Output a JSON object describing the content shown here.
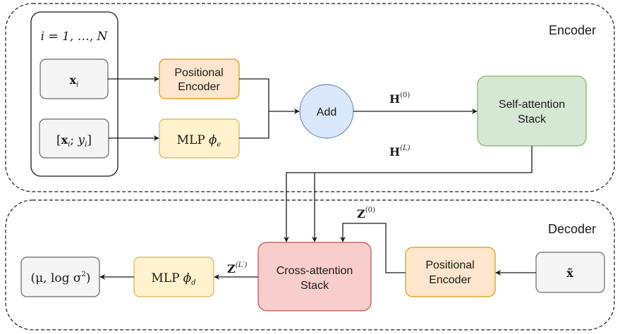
{
  "encoder": {
    "title": "Encoder",
    "input_group": {
      "index_label": "i = 1, …, N",
      "x_i": {
        "base": "x",
        "sub": "i"
      },
      "x_i_y_i": "[x; y]",
      "x_i_y_i_parts": {
        "open": "[",
        "x": "x",
        "xsub": "i",
        "sep": "; ",
        "y": "y",
        "ysub": "i",
        "close": "]"
      }
    },
    "positional_encoder": {
      "line1": "Positional",
      "line2": "Encoder"
    },
    "mlp": {
      "label": "MLP",
      "phi": "ϕ",
      "sub": "e"
    },
    "add": {
      "label": "Add"
    },
    "self_attention": {
      "line1": "Self-attention",
      "line2": "Stack"
    },
    "h0": {
      "base": "H",
      "sup": "(0)"
    },
    "hL": {
      "base": "H",
      "sup": "(L)"
    }
  },
  "decoder": {
    "title": "Decoder",
    "input": {
      "base": "x̃"
    },
    "positional_encoder": {
      "line1": "Positional",
      "line2": "Encoder"
    },
    "cross_attention": {
      "line1": "Cross-attention",
      "line2": "Stack"
    },
    "z0": {
      "base": "Z",
      "sup": "(0)"
    },
    "zL": {
      "base": "Z",
      "sup": "(L′)"
    },
    "mlp": {
      "label": "MLP",
      "phi": "ϕ",
      "sub": "d"
    },
    "output": {
      "text": "(μ, log σ",
      "sup": "2",
      "close": ")"
    }
  },
  "colors": {
    "pos_enc_fill": "#ffe6cc",
    "pos_enc_stroke": "#d79b00",
    "mlp_fill": "#fff2cc",
    "mlp_stroke": "#d6b656",
    "add_fill": "#dae8fc",
    "add_stroke": "#6c8ebf",
    "self_att_fill": "#d5e8d4",
    "self_att_stroke": "#82b366",
    "cross_att_fill": "#f8cecc",
    "cross_att_stroke": "#b85450",
    "io_fill": "#f5f5f5",
    "io_stroke": "#666666"
  }
}
